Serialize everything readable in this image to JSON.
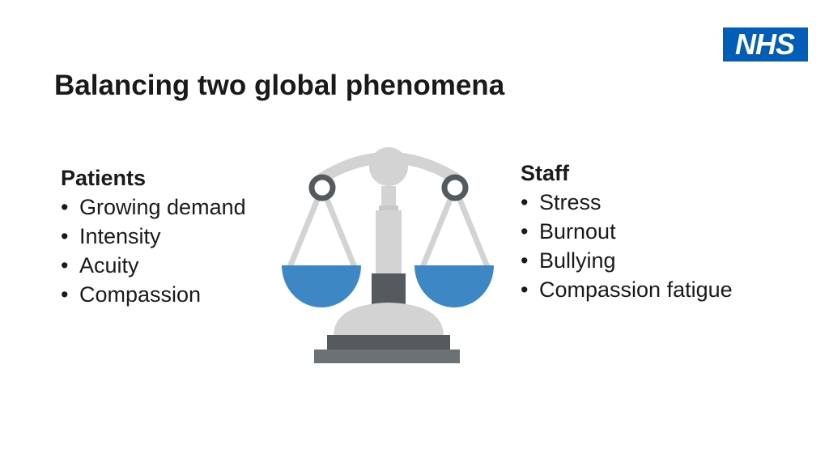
{
  "logo": {
    "text": "NHS",
    "color": "#005eb8"
  },
  "title": "Balancing two global phenomena",
  "patients": {
    "heading": "Patients",
    "items": [
      "Growing demand",
      "Intensity",
      "Acuity",
      "Compassion"
    ]
  },
  "staff": {
    "heading": "Staff",
    "items": [
      "Stress",
      "Burnout",
      "Bullying",
      "Compassion fatigue"
    ]
  },
  "illustration": {
    "icon": "balance-scale-icon",
    "pan_color": "#3d87c4",
    "metal_color": "#d3d3d3",
    "dark_color": "#555a5e"
  }
}
